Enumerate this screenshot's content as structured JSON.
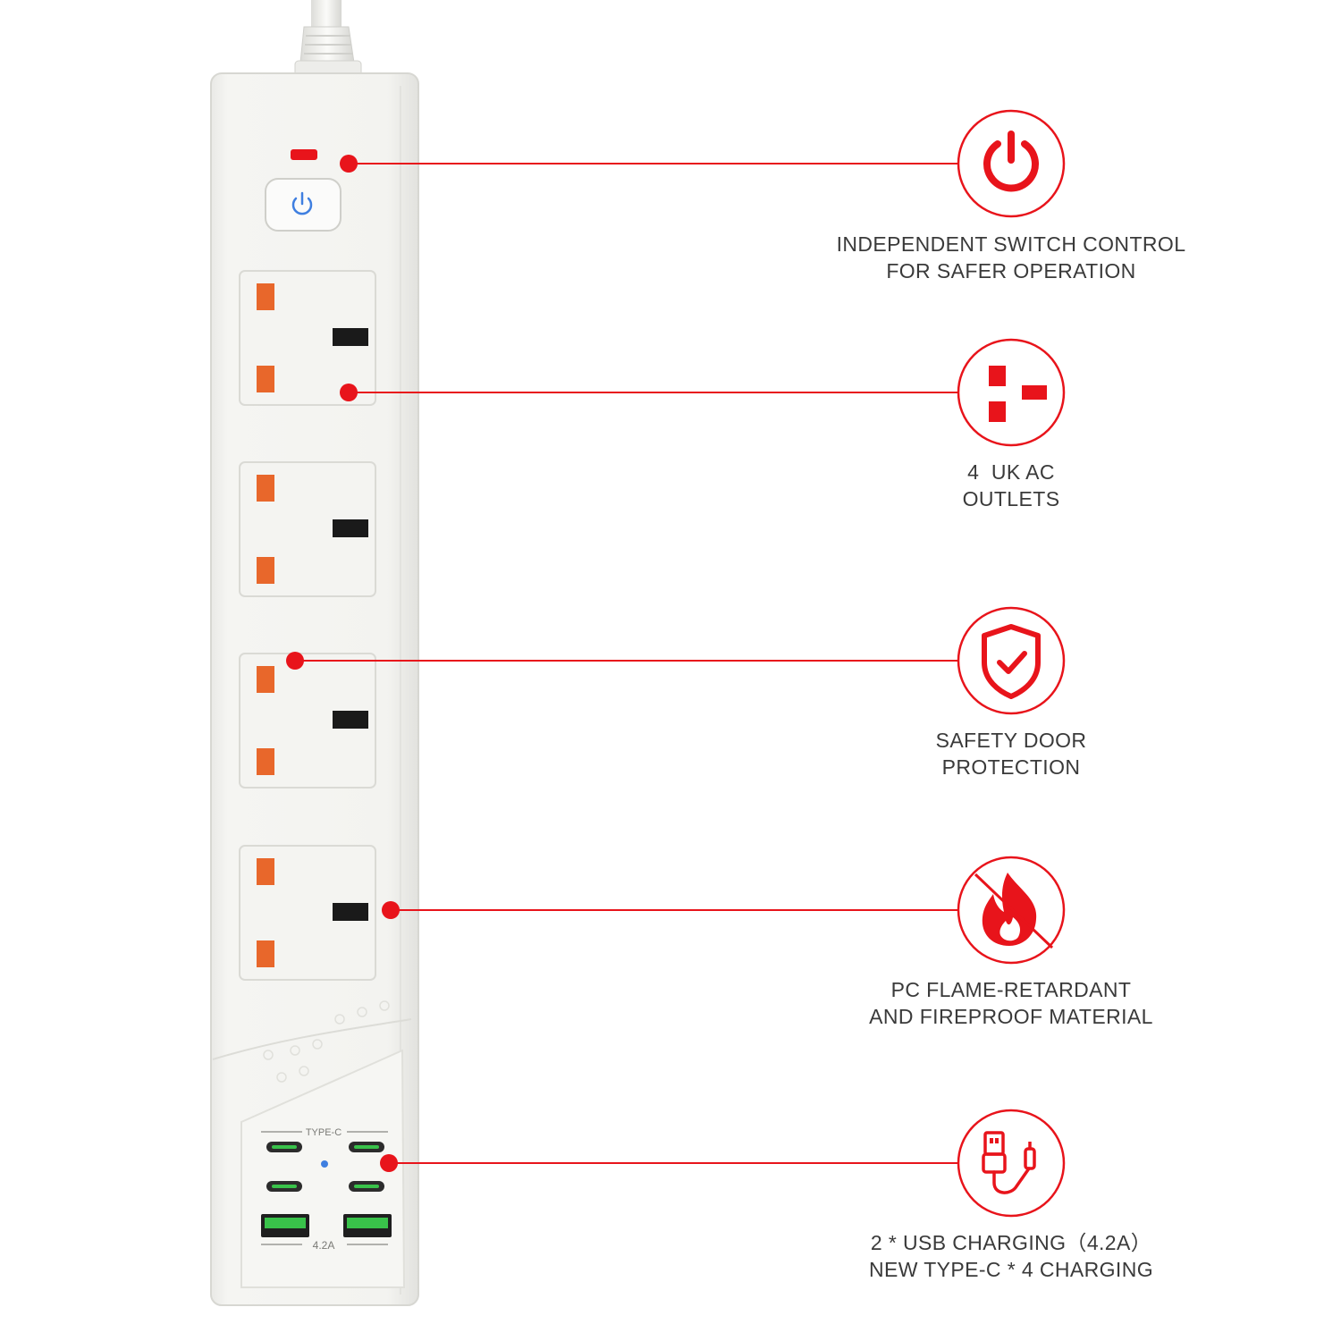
{
  "colors": {
    "accent": "#e8141b",
    "strip_body": "#f1f1ee",
    "pin_orange": "#e8672b",
    "earth_pin": "#1a1a1a",
    "usb_green": "#39c24a",
    "power_button_blue": "#3f7fe0",
    "label_text": "#3a3a3a"
  },
  "strip": {
    "type_c_label": "TYPE-C",
    "usb_rating_label": "4.2A"
  },
  "features": [
    {
      "id": "switch",
      "icon": "power-icon",
      "line1": "INDEPENDENT SWITCH CONTROL",
      "line2": "FOR SAFER OPERATION"
    },
    {
      "id": "outlets",
      "icon": "uk-plug-icon",
      "line1": "4  UK AC",
      "line2": "OUTLETS"
    },
    {
      "id": "safety",
      "icon": "shield-check-icon",
      "line1": "SAFETY DOOR",
      "line2": "PROTECTION"
    },
    {
      "id": "flame",
      "icon": "no-fire-icon",
      "line1": "PC FLAME-RETARDANT",
      "line2": "AND FIREPROOF MATERIAL"
    },
    {
      "id": "usb",
      "icon": "usb-cable-icon",
      "line1": "2 * USB CHARGING（4.2A）",
      "line2": "NEW TYPE-C * 4 CHARGING"
    }
  ]
}
